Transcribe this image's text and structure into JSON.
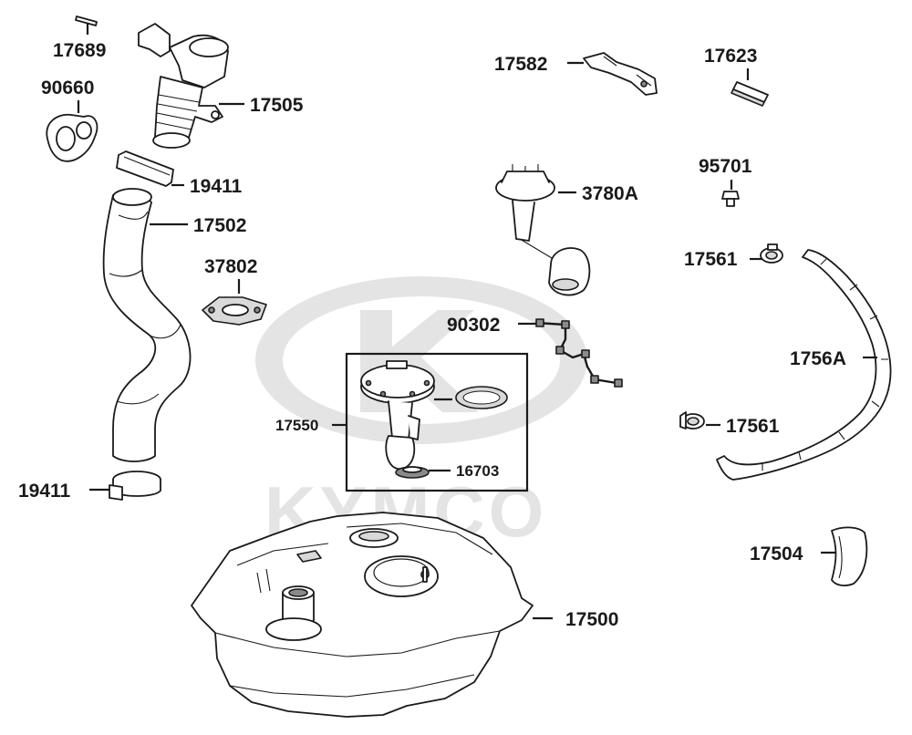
{
  "watermark": {
    "brand_text": "KYMCO"
  },
  "labels": {
    "17689": "17689",
    "90660": "90660",
    "17505": "17505",
    "19411_top": "19411",
    "17502": "17502",
    "37802": "37802",
    "19411_bottom": "19411",
    "17582": "17582",
    "17623": "17623",
    "3780A": "3780A",
    "95701": "95701",
    "17561_top": "17561",
    "1756A": "1756A",
    "17561_bottom": "17561",
    "90302": "90302",
    "17550": "17550",
    "16703": "16703",
    "17504": "17504",
    "17500": "17500"
  }
}
